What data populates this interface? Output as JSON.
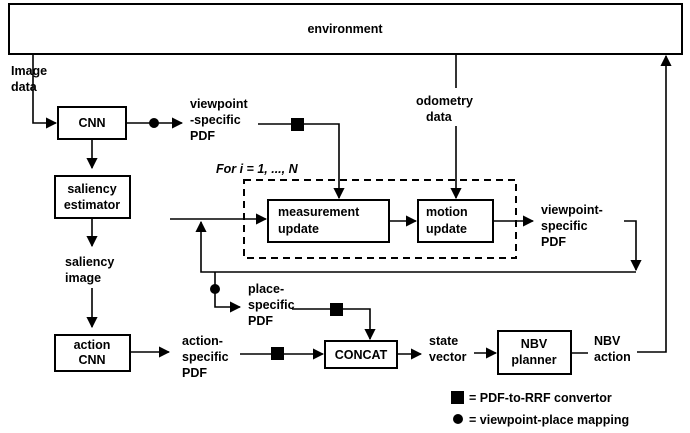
{
  "nodes": {
    "environment": "environment",
    "cnn": "CNN",
    "saliency_estimator": [
      "saliency",
      "estimator"
    ],
    "action_cnn": [
      "action",
      "CNN"
    ],
    "measurement_update": [
      "measurement",
      "update"
    ],
    "motion_update": [
      "motion",
      "update"
    ],
    "concat": "CONCAT",
    "nbv_planner": [
      "NBV",
      "planner"
    ]
  },
  "labels": {
    "image_data": [
      "Image",
      "data"
    ],
    "viewpoint_specific_pdf_top": [
      "viewpoint",
      "-specific",
      "PDF"
    ],
    "odometry_data": [
      "odometry",
      "data"
    ],
    "loop": "For i = 1, ..., N",
    "viewpoint_specific_pdf_right": [
      "viewpoint-",
      "specific",
      "PDF"
    ],
    "saliency_image": [
      "saliency",
      "image"
    ],
    "place_specific_pdf": [
      "place-",
      "specific",
      "PDF"
    ],
    "action_specific_pdf": [
      "action-",
      "specific",
      "PDF"
    ],
    "state_vector": [
      "state",
      "vector"
    ],
    "nbv_action": [
      "NBV",
      "action"
    ]
  },
  "legend": {
    "square": "= PDF-to-RRF convertor",
    "circle": "= viewpoint-place mapping"
  }
}
